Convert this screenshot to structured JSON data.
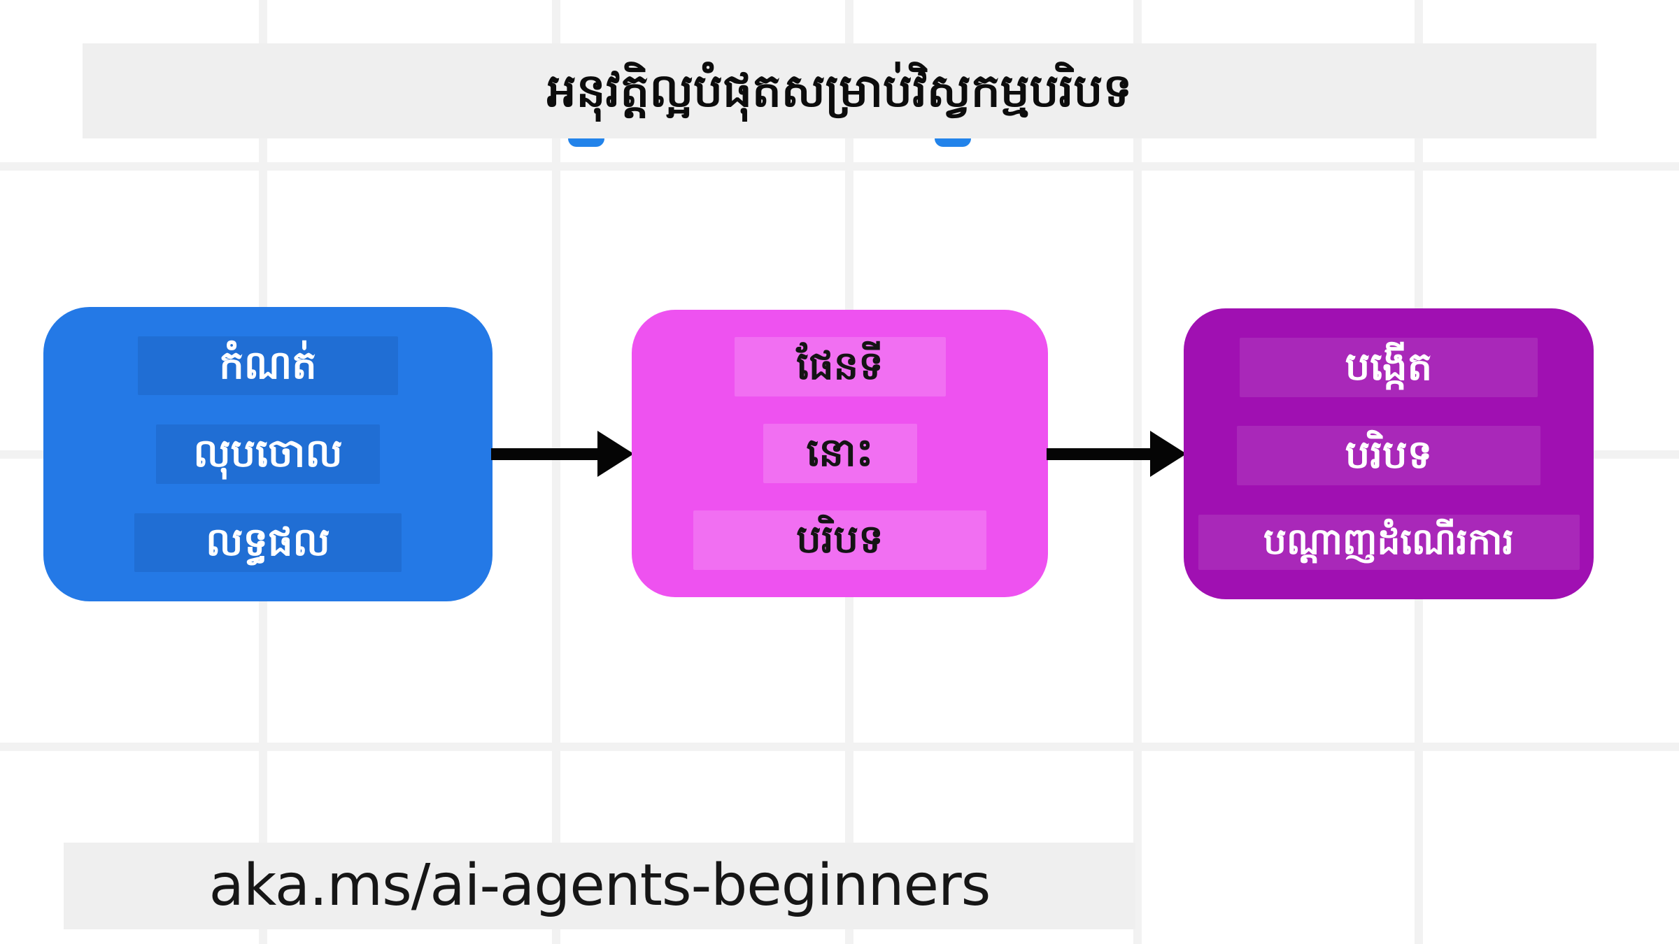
{
  "title": {
    "text": "អនុវត្តិល្អបំផុតសម្រាប់វិស្វកម្មបរិបទ"
  },
  "flow": {
    "steps": [
      {
        "name": "step-1",
        "fill": "#2479E6",
        "text_color": "#FFFFFF",
        "lines": [
          "កំណត់",
          "លុបចោល",
          "លទ្ធផល"
        ]
      },
      {
        "name": "step-2",
        "fill": "#EE52F0",
        "text_color": "#141414",
        "lines": [
          "ផែនទី",
          "នោះ",
          "បរិបទ"
        ]
      },
      {
        "name": "step-3",
        "fill": "#A010B2",
        "text_color": "#FFFFFF",
        "lines": [
          "បង្កើត",
          "បរិបទ",
          "បណ្ដាញដំណើរការ"
        ]
      }
    ],
    "arrow_color": "#000000"
  },
  "footer": {
    "link_text": "aka.ms/ai-agents-beginners"
  },
  "background": {
    "canvas": "#FFFFFF",
    "grid_line": "#F2F2F2",
    "banner": "#EFEFEF"
  }
}
